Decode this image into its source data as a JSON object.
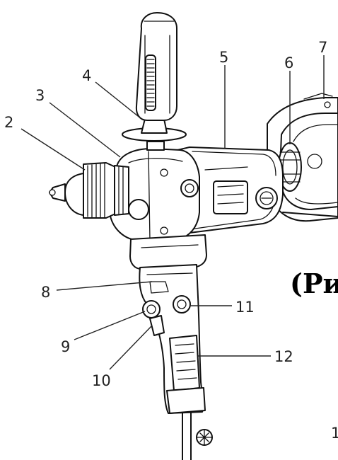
{
  "callouts": [
    {
      "label": "2"
    },
    {
      "label": "3"
    },
    {
      "label": "4"
    },
    {
      "label": "5"
    },
    {
      "label": "6"
    },
    {
      "label": "7"
    },
    {
      "label": "8"
    },
    {
      "label": "9"
    },
    {
      "label": "10"
    },
    {
      "label": "11"
    },
    {
      "label": "12"
    }
  ],
  "caption": "(Ри",
  "edge_number": "1"
}
